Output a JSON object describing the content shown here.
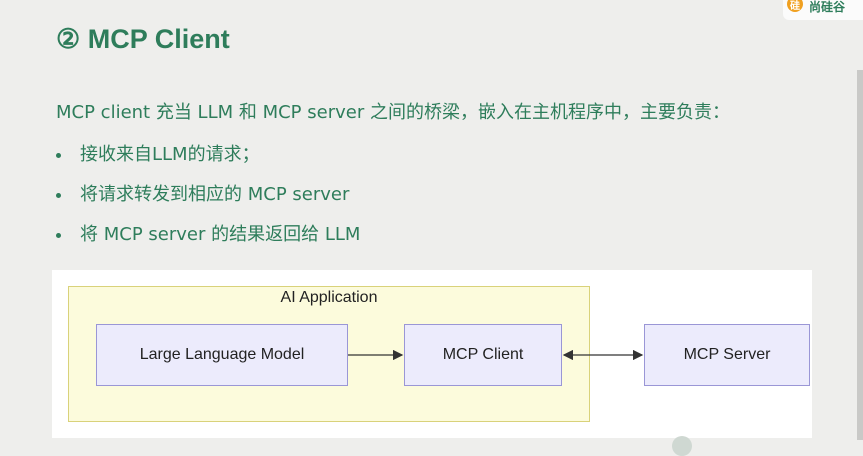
{
  "title": "② MCP Client",
  "intro": "MCP client 充当 LLM 和 MCP server 之间的桥梁，嵌入在主机程序中，主要负责：",
  "bullets": [
    "接收来自LLM的请求；",
    "将请求转发到相应的 MCP server",
    "将 MCP server 的结果返回给 LLM"
  ],
  "diagram": {
    "container_label": "AI Application",
    "nodes": {
      "llm": "Large Language Model",
      "client": "MCP Client",
      "server": "MCP Server"
    },
    "edges": [
      {
        "from": "llm",
        "to": "client",
        "direction": "one-way"
      },
      {
        "from": "client",
        "to": "server",
        "direction": "two-way"
      }
    ]
  },
  "logo": {
    "text": "尚硅谷",
    "mark": "硅"
  },
  "colors": {
    "accent": "#2e7d5b",
    "container_fill": "#fcfbdc",
    "container_border": "#d9d27a",
    "node_fill": "#ecebfc",
    "node_border": "#9a96d6"
  }
}
